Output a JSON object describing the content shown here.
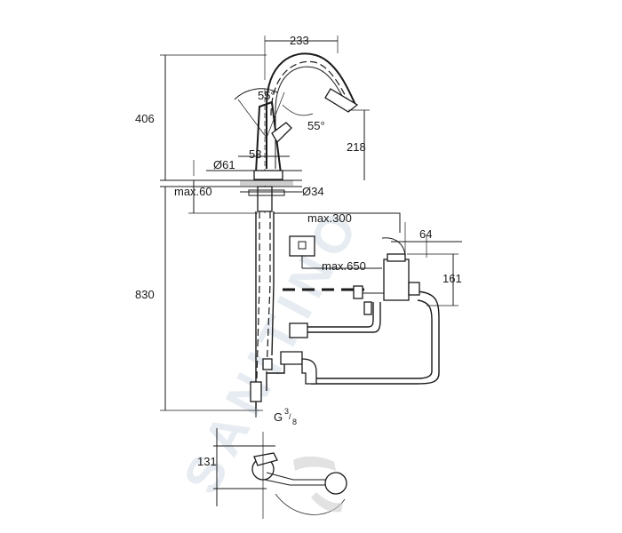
{
  "watermark": "SANITINO",
  "dimensions": {
    "spout_reach": "233",
    "height_total": "406",
    "angle_lever": "55°",
    "angle_spout": "55°",
    "spout_height": "218",
    "lever_offset": "53",
    "base_diameter": "Ø61",
    "hole_diameter": "Ø34",
    "deck_thickness": "max.60",
    "cable_length_1": "max.300",
    "box_width": "64",
    "cable_length_2": "max.650",
    "box_height": "161",
    "hose_length": "830",
    "thread_main": "G",
    "thread_sup": "3",
    "thread_sub": "8",
    "thread_slash": "/",
    "top_view": "131"
  }
}
